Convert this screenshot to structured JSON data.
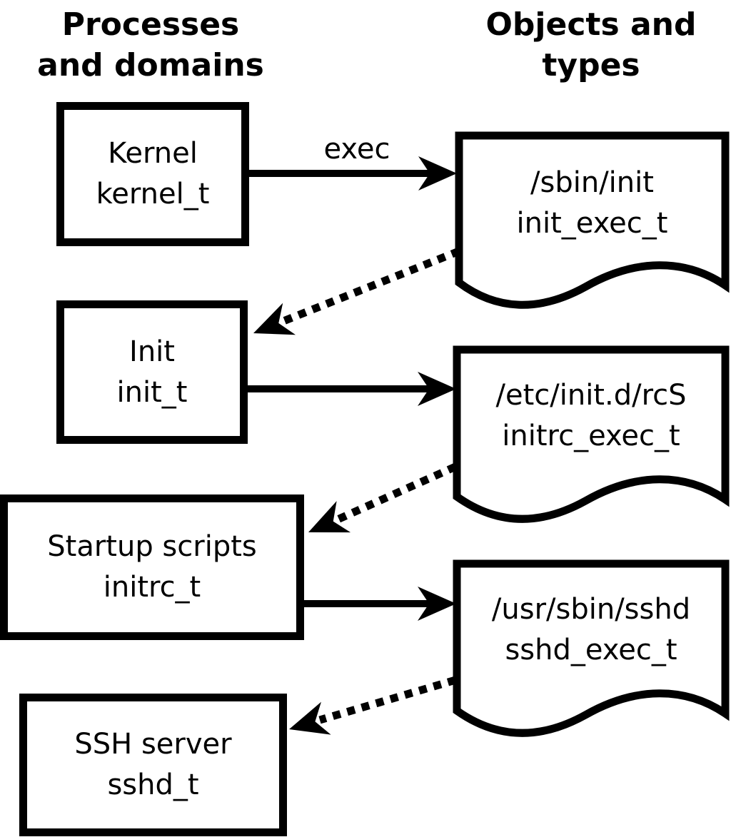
{
  "columns": {
    "left_header": {
      "line1": "Processes",
      "line2": "and domains"
    },
    "right_header": {
      "line1": "Objects and",
      "line2": "types"
    }
  },
  "process_nodes": [
    {
      "name": "Kernel",
      "domain": "kernel_t"
    },
    {
      "name": "Init",
      "domain": "init_t"
    },
    {
      "name": "Startup scripts",
      "domain": "initrc_t"
    },
    {
      "name": "SSH server",
      "domain": "sshd_t"
    }
  ],
  "object_nodes": [
    {
      "path": "/sbin/init",
      "type": "init_exec_t"
    },
    {
      "path": "/etc/init.d/rcS",
      "type": "initrc_exec_t"
    },
    {
      "path": "/usr/sbin/sshd",
      "type": "sshd_exec_t"
    }
  ],
  "edge_labels": {
    "exec": "exec"
  },
  "colors": {
    "ink": "#000000",
    "paper": "#ffffff"
  }
}
